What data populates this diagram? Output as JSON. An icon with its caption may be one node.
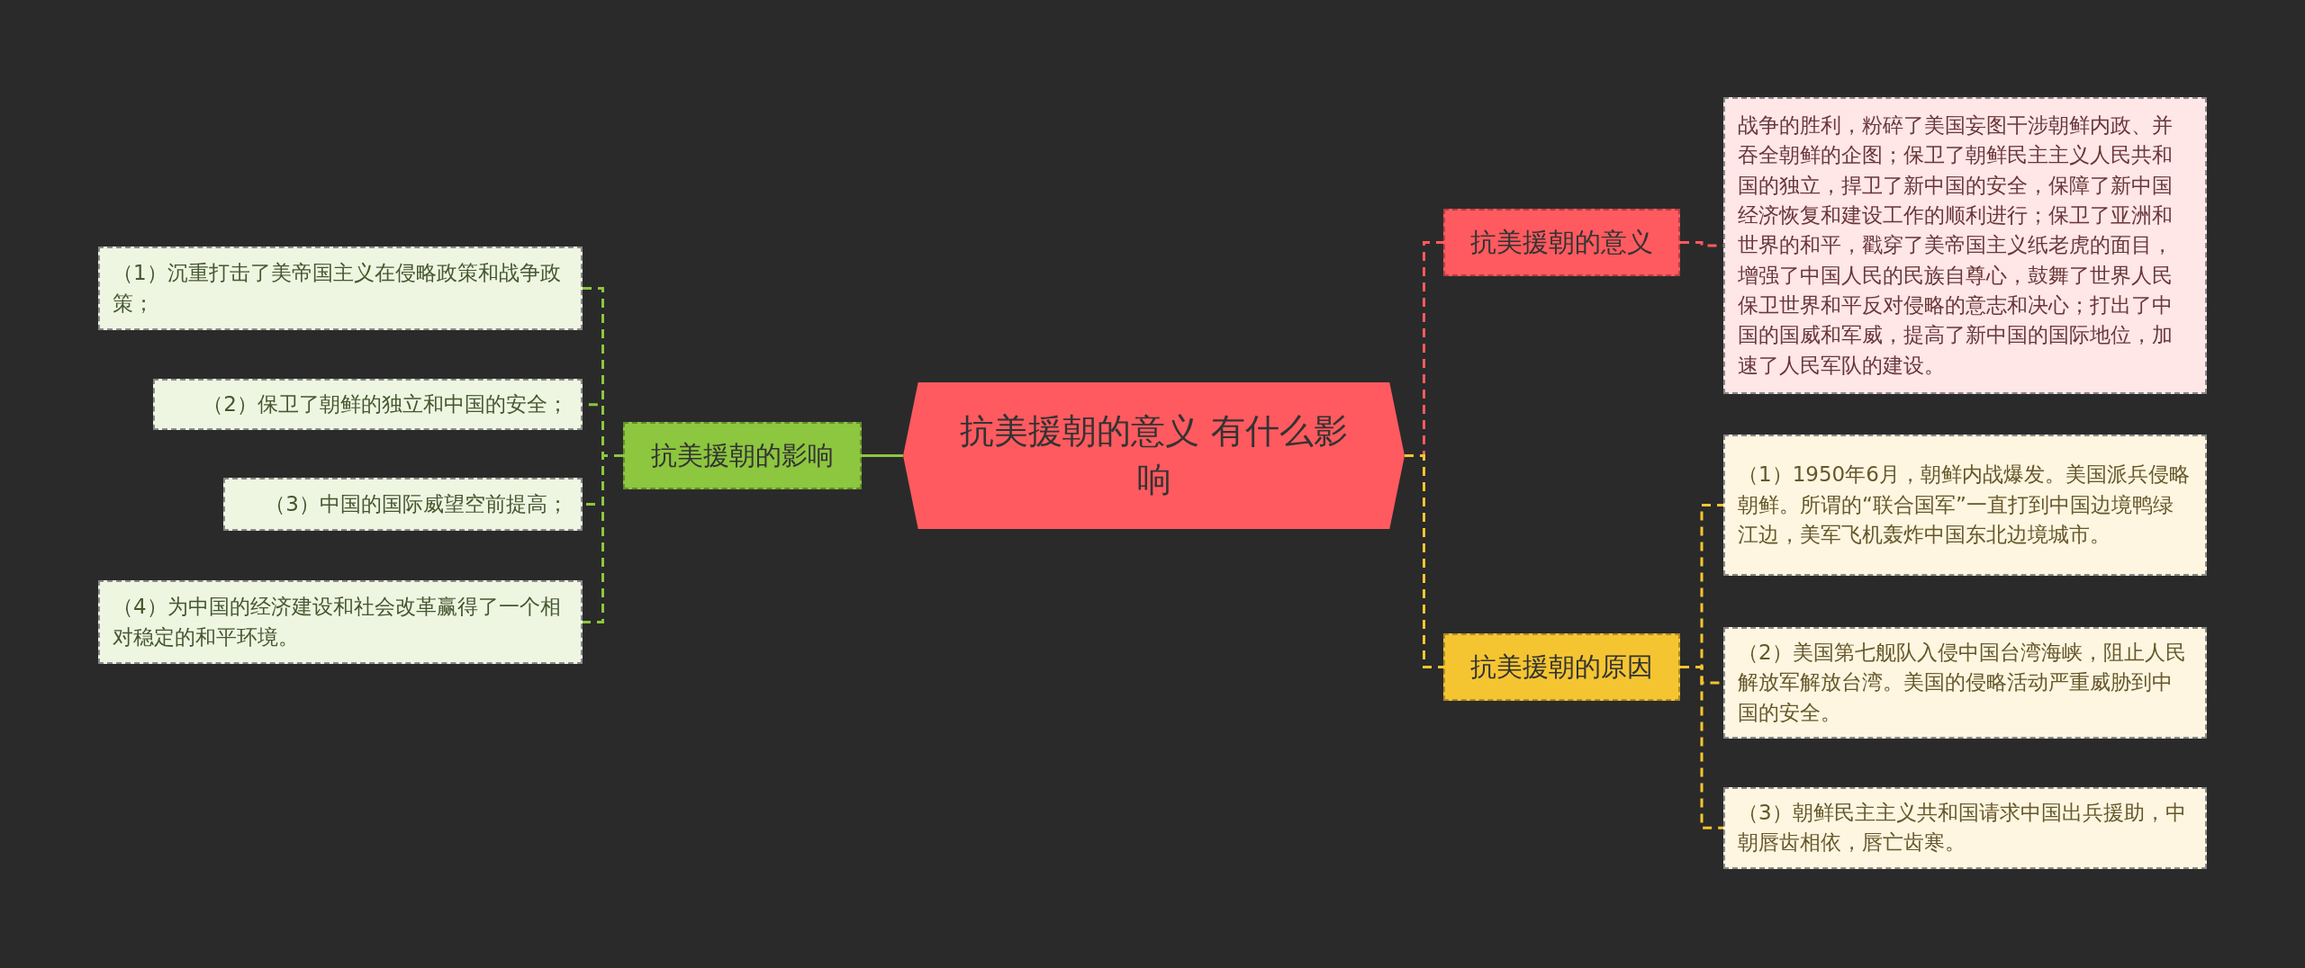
{
  "diagram": {
    "nodes": [
      {
        "text": [
          "抗美援朝的意义 有什么影响"
        ]
      },
      {
        "text": [
          "抗美援朝的影响"
        ]
      },
      {
        "text": [
          "（1）沉重打击了美帝国主义在侵略政策和战争政策；"
        ]
      },
      {
        "text": [
          "（2）保卫了朝鲜的独立和中国的安全；"
        ]
      },
      {
        "text": [
          "（3）中国的国际威望空前提高；"
        ]
      },
      {
        "text": [
          "（4）为中国的经济建设和社会改革赢得了一个相对稳定的和平环境。"
        ]
      },
      {
        "text": [
          "抗美援朝的意义"
        ]
      },
      {
        "text": [
          "战争的胜利，粉碎了美国妄图干涉朝鲜内政、并吞全朝鲜的企图；保卫了朝鲜民主主义人民共和国的独立，捍卫了新中国的安全，保障了新中国经济恢复和建设工作的顺利进行；保卫了亚洲和世界的和平，戳穿了美帝国主义纸老虎的面目，增强了中国人民的民族自尊心，鼓舞了世界人民保卫世界和平反对侵略的意志和决心；打出了中国的国威和军威，提高了新中国的国际地位，加速了人民军队的建设。"
        ]
      },
      {
        "text": [
          "抗美援朝的原因"
        ]
      },
      {
        "text": [
          "（1）1950年6月，朝鲜内战爆发。美国派兵侵略朝鲜。所谓的“联合国军”一直打到中国边境鸭绿江边，美军飞机轰炸中国东北边境城市。"
        ]
      },
      {
        "text": [
          "（2）美国第七舰队入侵中国台湾海峡，阻止人民解放军解放台湾。美国的侵略活动严重威胁到中国的安全。"
        ]
      },
      {
        "text": [
          "（3）朝鲜民主主义共和国请求中国出兵援助，中朝唇齿相依，唇亡齿寒。"
        ]
      }
    ],
    "edges": [
      {
        "from": 0,
        "to": 1,
        "arrow": "none"
      },
      {
        "from": 1,
        "to": 2,
        "arrow": "none",
        "style": "dashed"
      },
      {
        "from": 1,
        "to": 3,
        "arrow": "none",
        "style": "dashed"
      },
      {
        "from": 1,
        "to": 4,
        "arrow": "none",
        "style": "dashed"
      },
      {
        "from": 1,
        "to": 5,
        "arrow": "none",
        "style": "dashed"
      },
      {
        "from": 0,
        "to": 6,
        "arrow": "none",
        "style": "dashed",
        "color": "#ff5a5f"
      },
      {
        "from": 6,
        "to": 7,
        "arrow": "none",
        "style": "dashed",
        "color": "#ff5a5f"
      },
      {
        "from": 0,
        "to": 8,
        "arrow": "none",
        "style": "dashed",
        "color": "#f5c531"
      },
      {
        "from": 8,
        "to": 9,
        "arrow": "none",
        "style": "dashed",
        "color": "#f5c531"
      },
      {
        "from": 8,
        "to": 10,
        "arrow": "none",
        "style": "dashed",
        "color": "#f5c531"
      },
      {
        "from": 8,
        "to": 11,
        "arrow": "none",
        "style": "dashed",
        "color": "#f5c531"
      }
    ]
  }
}
